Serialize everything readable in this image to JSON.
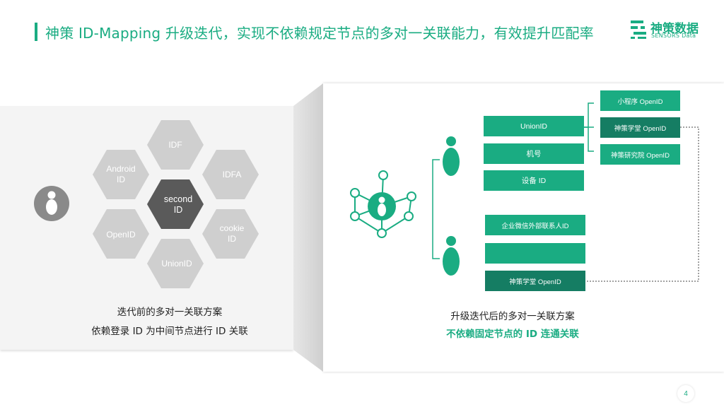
{
  "header": {
    "title": "神策 ID-Mapping 升级迭代，实现不依赖规定节点的多对一关联能力，有效提升匹配率",
    "logo_cn": "神策数据",
    "logo_en": "SENSORS Data"
  },
  "left_panel": {
    "hexagons": {
      "center": [
        "second",
        "ID"
      ],
      "top": [
        "IDF"
      ],
      "top_left": [
        "Android",
        "ID"
      ],
      "top_right": [
        "IDFA"
      ],
      "bottom_left": [
        "OpenID"
      ],
      "bottom_right": [
        "cookie",
        "ID"
      ],
      "bottom": [
        "UnionID"
      ]
    },
    "caption_line1": "迭代前的多对一关联方案",
    "caption_line2": "依赖登录 ID 为中间节点进行 ID 关联"
  },
  "right_panel": {
    "user1_ids": [
      "UnionID",
      "机号",
      "设备 ID"
    ],
    "openid_ids": [
      "小程序 OpenID",
      "神策学堂 OpenID",
      "神策研究院 OpenID"
    ],
    "user2_ids": [
      "企业微信外部联系人ID",
      "",
      "神策学堂 OpenID"
    ],
    "caption_line1": "升级迭代后的多对一关联方案",
    "caption_line2": "不依赖固定节点的 ID 连通关联"
  },
  "footer": {
    "page_number": "4"
  },
  "colors": {
    "accent": "#1aac82",
    "accent_dark": "#157d63",
    "hex_light": "#cfcfcf",
    "hex_dark": "#5a5a5a",
    "user_gray": "#8a8a8a"
  }
}
